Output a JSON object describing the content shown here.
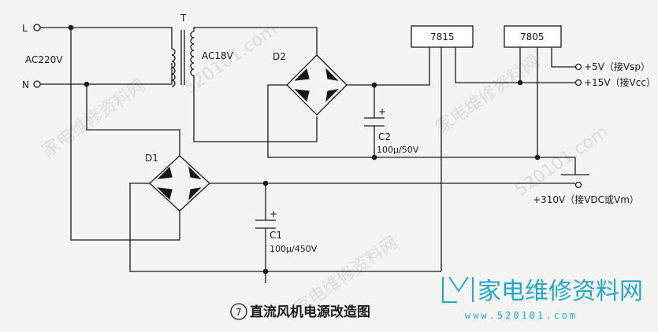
{
  "labels": {
    "L": "L",
    "N": "N",
    "T": "T",
    "ac220": "AC220V",
    "ac18": "AC18V",
    "d1": "D1",
    "d2": "D2",
    "c1": "C1",
    "c1_value": "100μ/450V",
    "c2": "C2",
    "c2_value": "100μ/50V",
    "reg_7815": "7815",
    "reg_7805": "7805",
    "out_5v": "+5V（接Vsp）",
    "out_15v": "+15V（接Vcc）",
    "out_310v": "+310V（接VDC或Vm）",
    "cap_plus": "+"
  },
  "caption": {
    "number": "7",
    "text": "直流风机电源改造图"
  },
  "watermark": {
    "text": "家电维修资料网",
    "url": "520101.com"
  },
  "logo": {
    "text": "家电维修资料网",
    "url": "www.520101.com",
    "color": "#27a6c8"
  }
}
